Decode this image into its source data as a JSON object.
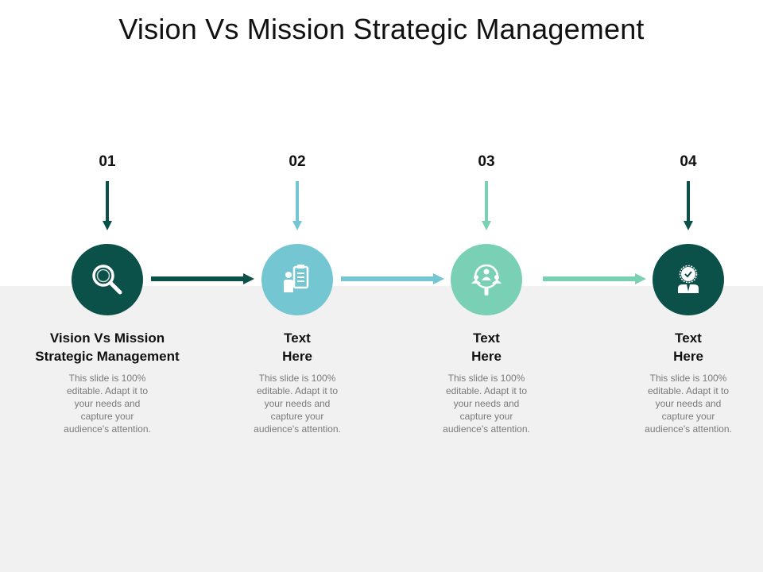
{
  "title": "Vision Vs Mission Strategic Management",
  "steps": [
    {
      "number": "01",
      "heading_line1": "Vision Vs Mission",
      "heading_line2": "Strategic Management",
      "desc": "This slide is 100% editable. Adapt it to your needs and capture your audience's attention.",
      "color": "#0b5149",
      "icon": "magnifier-icon"
    },
    {
      "number": "02",
      "heading_line1": "Text",
      "heading_line2": "Here",
      "desc": "This slide is 100% editable. Adapt it to your needs and capture your audience's attention.",
      "color": "#74c7d2",
      "icon": "person-clipboard-icon"
    },
    {
      "number": "03",
      "heading_line1": "Text",
      "heading_line2": "Here",
      "desc": "This slide is 100% editable. Adapt it to your needs and capture your audience's attention.",
      "color": "#79d0b4",
      "icon": "people-search-icon"
    },
    {
      "number": "04",
      "heading_line1": "Text",
      "heading_line2": "Here",
      "desc": "This slide is 100% editable. Adapt it to your needs and capture your audience's attention.",
      "color": "#0b5149",
      "icon": "employee-badge-icon"
    }
  ],
  "connector_colors": [
    "#0b5149",
    "#74c7d2",
    "#79d0b4"
  ]
}
